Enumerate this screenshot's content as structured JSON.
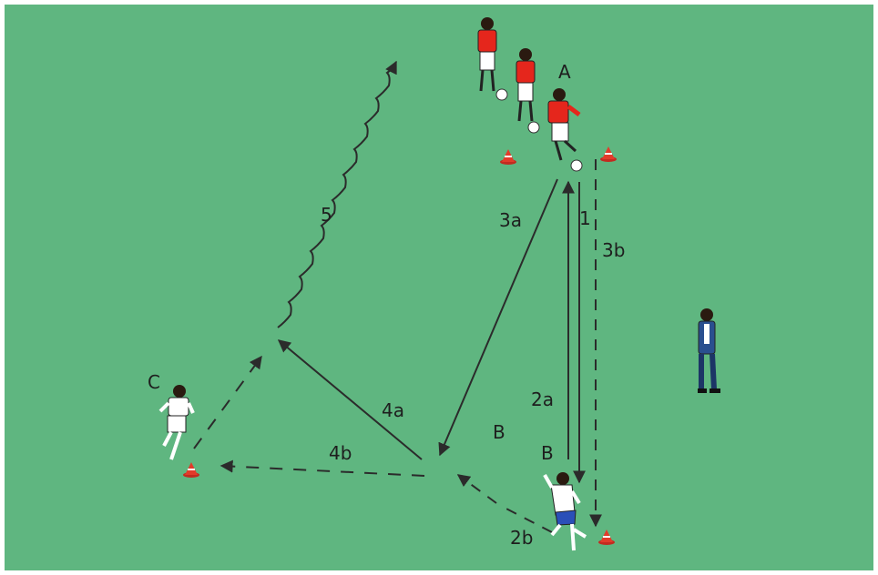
{
  "field": {
    "color": "#5fb680",
    "border_color": "#ffffff"
  },
  "colors": {
    "red_team": "#e5261c",
    "white_team": "#ffffff",
    "coach": "#2a4f8f",
    "line": "#2b2b2b",
    "cone": "#e23b2a"
  },
  "labels": {
    "player_a": "A",
    "player_b_position": "B",
    "player_b": "B",
    "player_c": "C",
    "run_1": "1",
    "pass_2a": "2a",
    "run_2b": "2b",
    "pass_3a": "3a",
    "run_3b": "3b",
    "pass_4a": "4a",
    "run_4b": "4b",
    "dribble_5": "5"
  },
  "icons": {
    "cone": "cone-icon",
    "ball": "ball-icon",
    "player": "player-icon",
    "coach": "coach-icon"
  }
}
